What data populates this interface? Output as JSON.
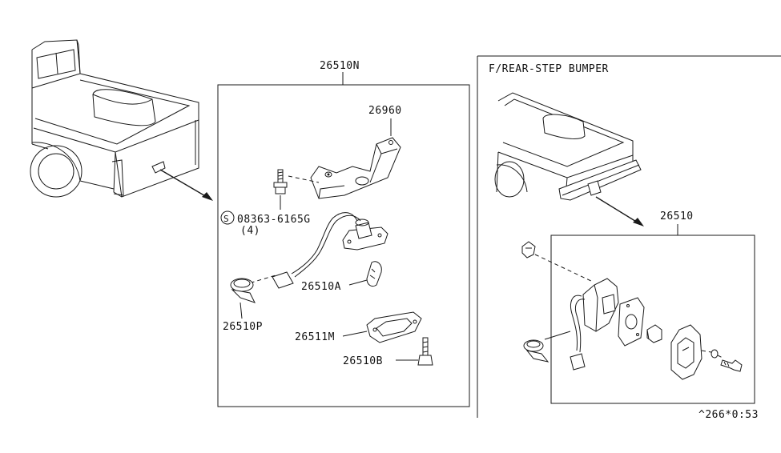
{
  "labels": {
    "assembly_left": "26510N",
    "bracket": "26960",
    "screw_part": "08363-6165G",
    "screw_qty": "(4)",
    "screw_symbol": "S",
    "lens": "26510A",
    "clip": "26510P",
    "gasket": "26511M",
    "bolt": "26510B",
    "variant_title": "F/REAR-STEP BUMPER",
    "assembly_right": "26510",
    "diagram_code": "^266*0:53"
  }
}
